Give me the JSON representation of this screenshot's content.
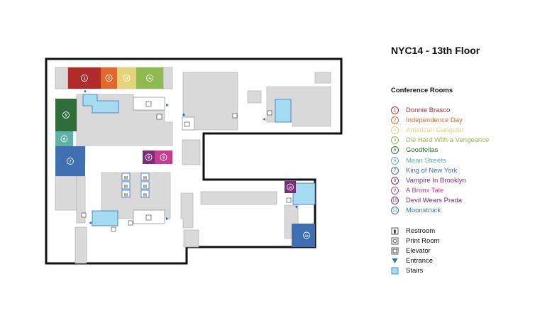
{
  "floor": {
    "title": "NYC14 - 13th Floor"
  },
  "legend": {
    "heading": "Conference Rooms",
    "rooms": [
      {
        "number": "1",
        "name": "Donnie Brasco",
        "color": "#b22b2b"
      },
      {
        "number": "2",
        "name": "Independence Day",
        "color": "#e2692e"
      },
      {
        "number": "3",
        "name": "American Gangster",
        "color": "#e6d47a"
      },
      {
        "number": "4",
        "name": "Die Hard With a Vengeance",
        "color": "#8fba4f"
      },
      {
        "number": "5",
        "name": "Goodfellas",
        "color": "#2f6e3a"
      },
      {
        "number": "6",
        "name": "Mean Streets",
        "color": "#5fb0a7"
      },
      {
        "number": "7",
        "name": "King of New York",
        "color": "#3f6fb2"
      },
      {
        "number": "8",
        "name": "Vampire In Brooklyn",
        "color": "#7b2d7c"
      },
      {
        "number": "9",
        "name": "A Bronx Tale",
        "color": "#c23f8f"
      },
      {
        "number": "10",
        "name": "Devil Wears Prada",
        "color": "#7b2d7c"
      },
      {
        "number": "11",
        "name": "Moonstruck",
        "color": "#3f6fb2"
      }
    ],
    "key": [
      {
        "icon": "restroom-icon",
        "label": "Restroom"
      },
      {
        "icon": "print-room-icon",
        "label": "Print Room"
      },
      {
        "icon": "elevator-icon",
        "label": "Elevator"
      },
      {
        "icon": "entrance-icon",
        "label": "Entrance"
      },
      {
        "icon": "stairs-icon",
        "label": "Stairs"
      }
    ]
  },
  "colors": {
    "wall": "#111111",
    "block": "#d9d9d9",
    "stairs": "#a6dcf2",
    "entrance": "#2f74c0"
  }
}
